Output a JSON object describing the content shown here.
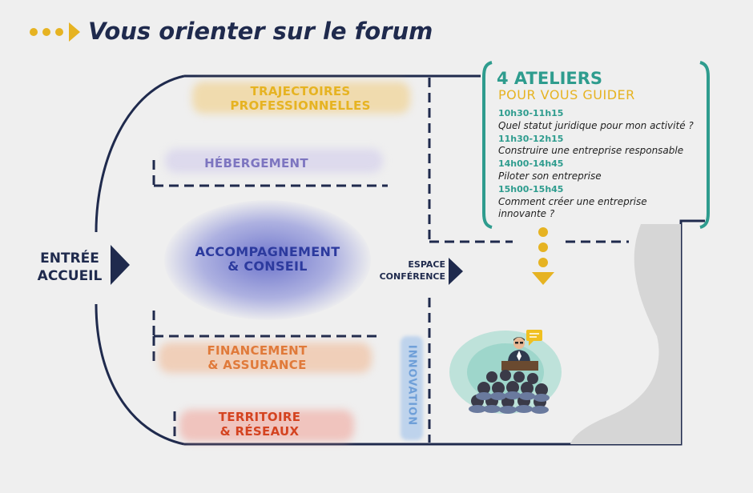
{
  "header": {
    "title": "Vous orienter sur le forum"
  },
  "zones": {
    "trajectoires": [
      "TRAJECTOIRES",
      "PROFESSIONNELLES"
    ],
    "hebergement": "HÉBERGEMENT",
    "accompagnement": [
      "ACCOMPAGNEMENT",
      "& CONSEIL"
    ],
    "financement": [
      "FINANCEMENT",
      "& ASSURANCE"
    ],
    "territoire": [
      "TERRITOIRE",
      "& RÉSEAUX"
    ],
    "innovation": "INNOVATION"
  },
  "entrance": [
    "ENTRÉE",
    "ACCUEIL"
  ],
  "conference": [
    "ESPACE",
    "CONFÉRENCE"
  ],
  "ateliers": {
    "heading": "4 ATELIERS",
    "subheading": "POUR VOUS GUIDER",
    "sessions": [
      {
        "time": "10h30-11h15",
        "title": "Quel statut juridique pour mon activité ?"
      },
      {
        "time": "11h30-12h15",
        "title": "Construire une entreprise responsable"
      },
      {
        "time": "14h00-14h45",
        "title": "Piloter son entreprise"
      },
      {
        "time": "15h00-15h45",
        "title": "Comment créer une entreprise innovante ?"
      }
    ]
  },
  "colors": {
    "navy": "#1f2a4d",
    "yellow": "#e6b322",
    "purple": "#7d75c0",
    "blue": "#2c3a9e",
    "orange": "#e07a3a",
    "red": "#d44320",
    "teal": "#2e9c8e",
    "innovation": "#6e9fd8"
  }
}
